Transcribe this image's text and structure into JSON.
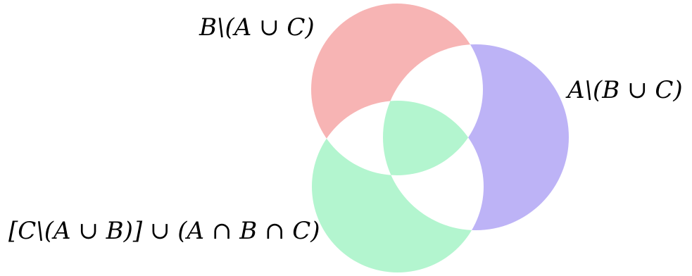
{
  "labels": {
    "b_only": "B\\(A ∪ C)",
    "a_only": "A\\(B ∪ C)",
    "c_combo": "[C\\(A ∪ B)] ∪ (A ∩ B ∩ C)"
  },
  "colors": {
    "b_region": "#f7b4b4",
    "a_region": "#bdb3f6",
    "c_region": "#b3f5cf",
    "background": "#ffffff"
  }
}
